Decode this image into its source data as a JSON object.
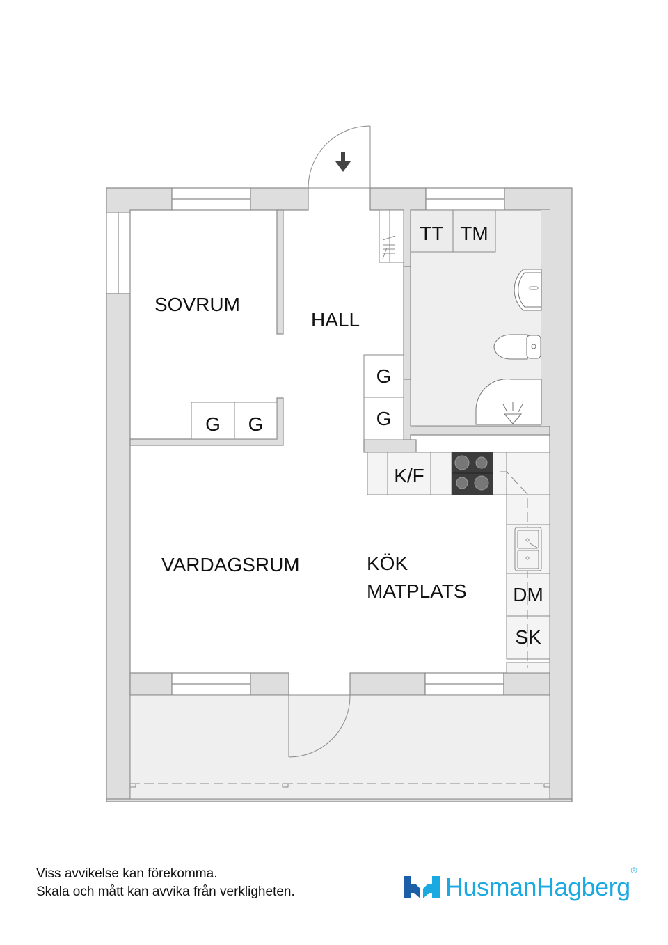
{
  "rooms": {
    "sovrum": "SOVRUM",
    "hall": "HALL",
    "vardagsrum": "VARDAGSRUM",
    "kok": "KÖK",
    "matplats": "MATPLATS"
  },
  "fixtures": {
    "tt": "TT",
    "tm": "TM",
    "hall_wardrobe_1": "G",
    "hall_wardrobe_2": "G",
    "bedroom_wardrobe_1": "G",
    "bedroom_wardrobe_2": "G",
    "fridge_freezer": "K/F",
    "dishwasher": "DM",
    "cabinet": "SK"
  },
  "icons": {
    "entrance": "entrance-arrow-icon",
    "stove": "stove-icon",
    "sink": "sink-icon",
    "washbasin": "washbasin-icon",
    "toilet": "toilet-icon",
    "shower": "shower-icon"
  },
  "colors": {
    "wall": "#dedede",
    "line": "#8a8a8a",
    "bathroom_floor": "#efefef",
    "balcony_floor": "#efefef",
    "stove": "#3c3c3c",
    "logo_dark": "#1a5fa8",
    "logo_light": "#1aa9e1"
  },
  "footer": {
    "disclaimer_line1": "Viss avvikelse kan förekomma.",
    "disclaimer_line2": "Skala och mått kan avvika från verkligheten.",
    "brand": "HusmanHagberg",
    "brand_mark": "®"
  }
}
